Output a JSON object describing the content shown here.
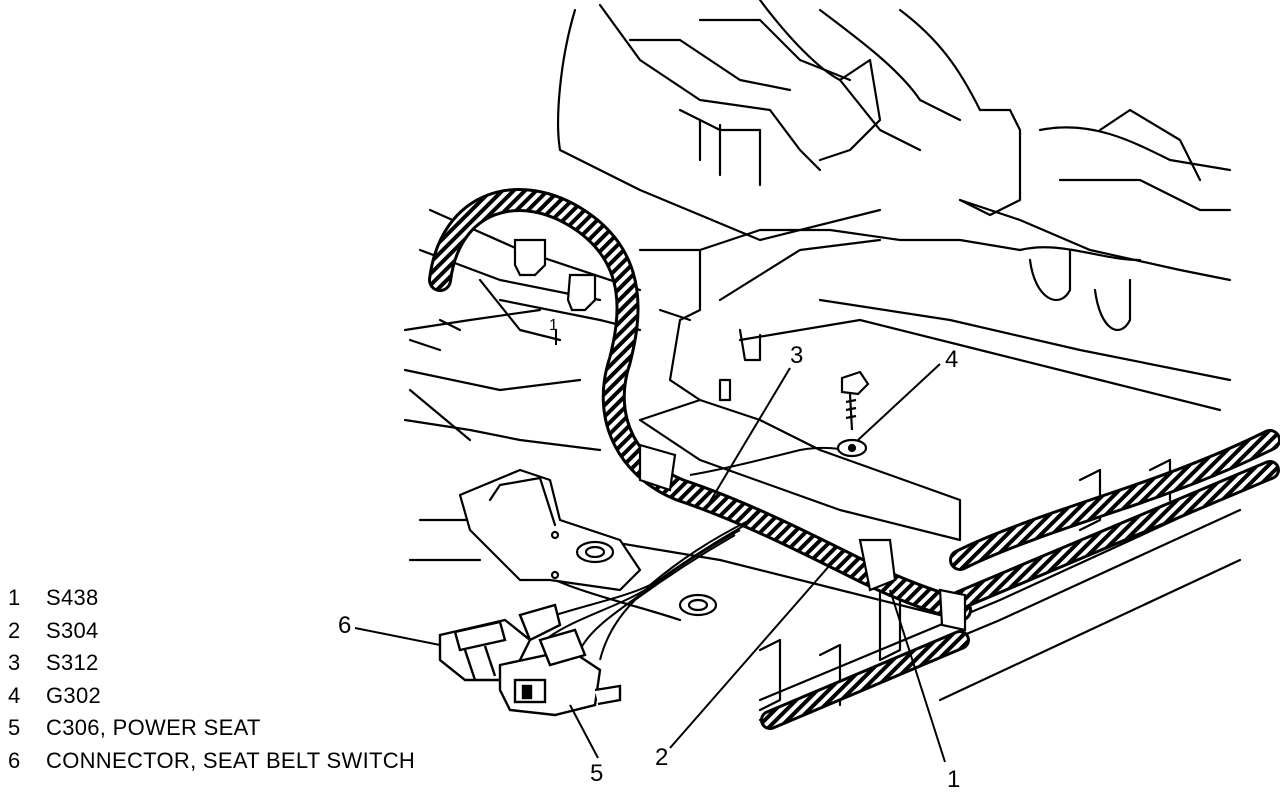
{
  "legend": [
    {
      "num": "1",
      "text": "S438"
    },
    {
      "num": "2",
      "text": "S304"
    },
    {
      "num": "3",
      "text": "S312"
    },
    {
      "num": "4",
      "text": "G302"
    },
    {
      "num": "5",
      "text": "C306, POWER SEAT"
    },
    {
      "num": "6",
      "text": "CONNECTOR, SEAT BELT SWITCH"
    }
  ],
  "callouts": {
    "c1": "1",
    "c2": "2",
    "c3": "3",
    "c4": "4",
    "c5": "5",
    "c6": "6",
    "c1_small": "1"
  }
}
